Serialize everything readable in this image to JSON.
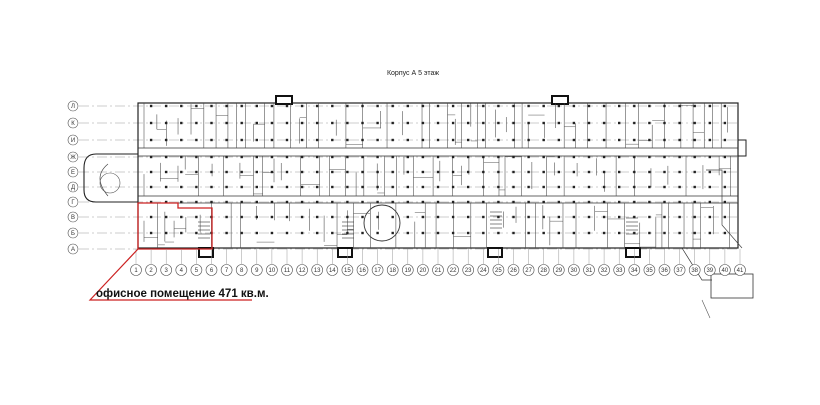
{
  "title": "Корпус А 5 этаж",
  "row_axes": [
    "Л",
    "К",
    "И",
    "Ж",
    "Е",
    "Д",
    "Г",
    "В",
    "Б",
    "А"
  ],
  "column_axes": [
    "1",
    "2",
    "3",
    "4",
    "5",
    "6",
    "7",
    "8",
    "9",
    "10",
    "11",
    "12",
    "13",
    "14",
    "15",
    "16",
    "17",
    "18",
    "19",
    "20",
    "21",
    "22",
    "23",
    "24",
    "25",
    "26",
    "27",
    "28",
    "29",
    "30",
    "31",
    "32",
    "33",
    "34",
    "35",
    "36",
    "37",
    "38",
    "39",
    "40",
    "41"
  ],
  "callout": {
    "text": "офисное помещение 471 кв.м.",
    "color": "#cc2222"
  }
}
